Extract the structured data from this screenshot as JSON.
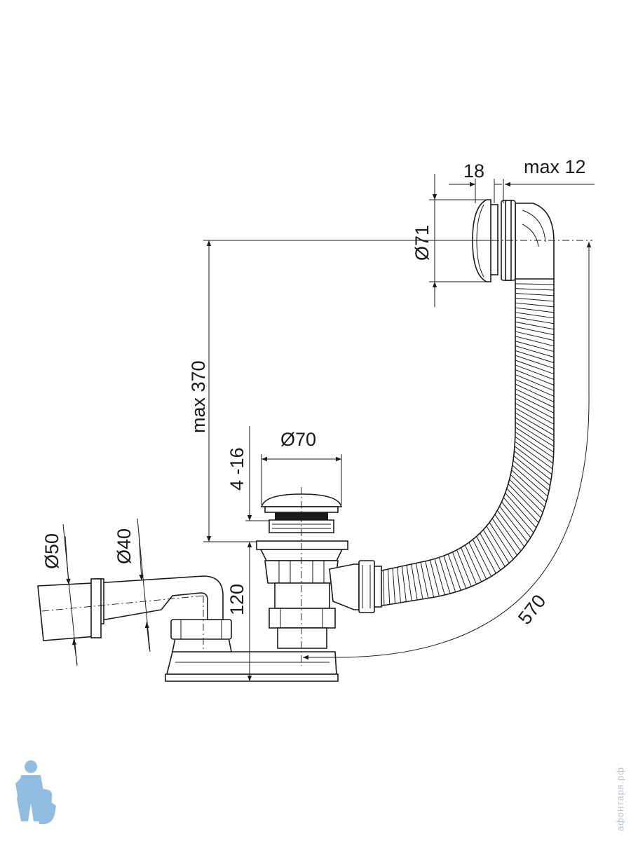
{
  "dimensions": {
    "width_18": "18",
    "max_12": "max 12",
    "dia_71": "Ø71",
    "max_370": "max 370",
    "depth_4_16": "4 -16",
    "dia_70": "Ø70",
    "dia_50": "Ø50",
    "dia_40": "Ø40",
    "height_120": "120",
    "length_570": "570"
  },
  "watermark": "афонтаря.рф",
  "colors": {
    "line": "#1a1a1a",
    "logo": "#7fb2dd",
    "watermark": "#b8c4d0"
  }
}
